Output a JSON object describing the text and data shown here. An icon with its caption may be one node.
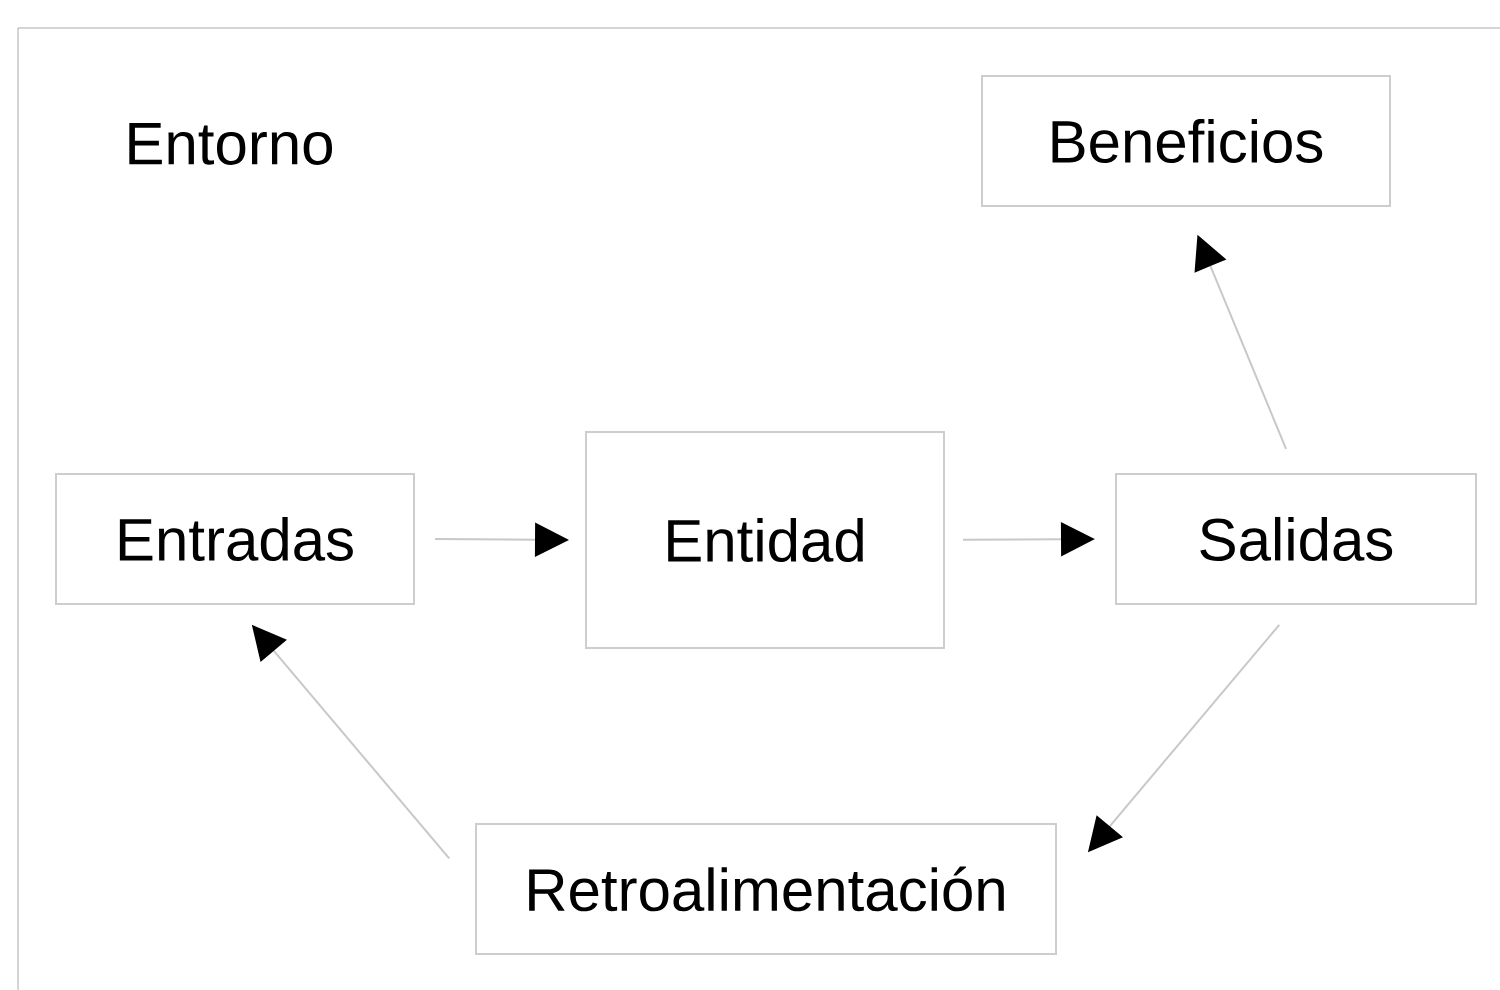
{
  "diagram": {
    "nodes": [
      {
        "text": [
          "Entorno"
        ]
      },
      {
        "text": [
          "Beneficios"
        ],
        "in": 0
      },
      {
        "text": [
          "Entradas"
        ],
        "in": 0
      },
      {
        "text": [
          "Entidad"
        ],
        "in": 0
      },
      {
        "text": [
          "Salidas"
        ],
        "in": 0
      },
      {
        "text": [
          "Retroalimentación"
        ],
        "in": 0
      }
    ],
    "edges": [
      {
        "from": 2,
        "to": 3,
        "arrow": "to"
      },
      {
        "from": 3,
        "to": 4,
        "arrow": "to"
      },
      {
        "from": 4,
        "to": 1,
        "arrow": "to"
      },
      {
        "from": 4,
        "to": 5,
        "arrow": "to"
      },
      {
        "from": 5,
        "to": 2,
        "arrow": "to"
      }
    ]
  }
}
